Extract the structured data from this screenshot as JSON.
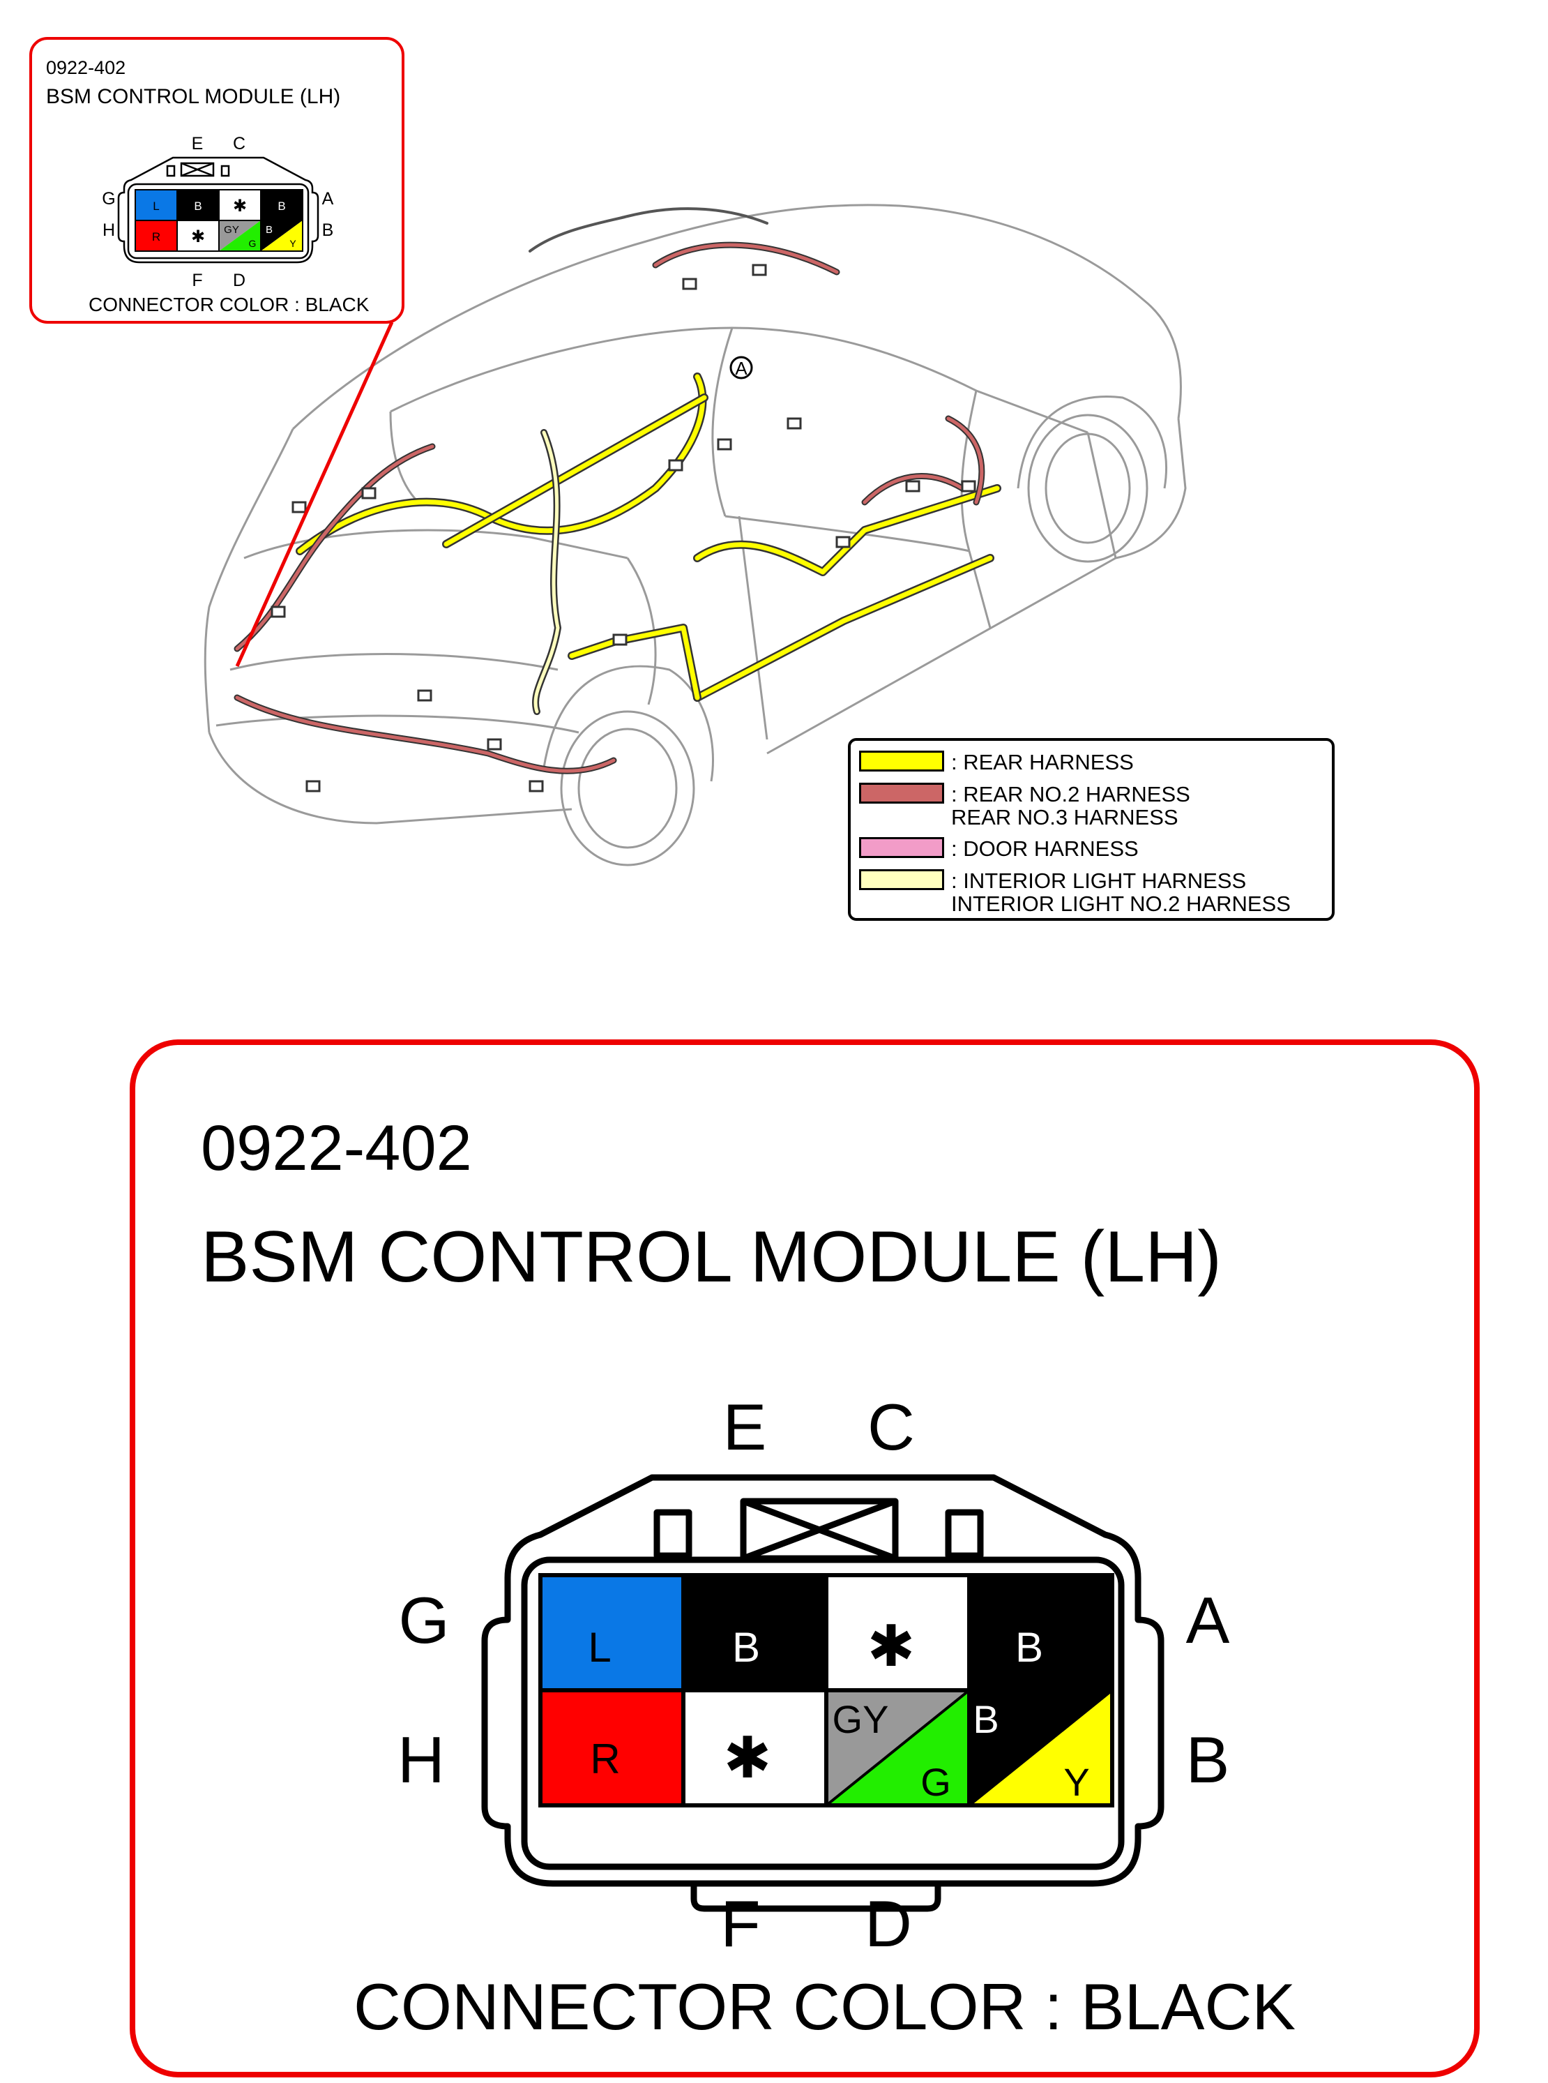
{
  "small_callout": {
    "code": "0922-402",
    "title": "BSM CONTROL MODULE (LH)",
    "connector_color": "CONNECTOR COLOR : BLACK"
  },
  "large_callout": {
    "code": "0922-402",
    "title": "BSM CONTROL MODULE (LH)",
    "connector_color": "CONNECTOR COLOR : BLACK"
  },
  "pin_labels": {
    "E": "E",
    "C": "C",
    "G": "G",
    "H": "H",
    "A": "A",
    "B": "B",
    "F": "F",
    "D": "D"
  },
  "cavities": {
    "top_row": [
      {
        "pin": "G",
        "wire": "L",
        "fill": "#0a78e6",
        "text_color": "#000000"
      },
      {
        "pin": "E",
        "wire": "B",
        "fill": "#000000",
        "text_color": "#ffffff"
      },
      {
        "pin": "C",
        "wire": "✱",
        "fill": "#ffffff",
        "text_color": "#000000"
      },
      {
        "pin": "A",
        "wire": "B",
        "fill": "#000000",
        "text_color": "#ffffff"
      }
    ],
    "bottom_row": [
      {
        "pin": "H",
        "wire": "R",
        "fill": "#ff0000",
        "text_color": "#000000"
      },
      {
        "pin": "F",
        "wire": "✱",
        "fill": "#ffffff",
        "text_color": "#000000"
      },
      {
        "pin": "D",
        "wire": "GY",
        "wire2": "G",
        "fill": "#999999",
        "fill2": "#22ee00"
      },
      {
        "pin": "B",
        "wire": "B",
        "wire2": "Y",
        "fill": "#000000",
        "fill2": "#ffff00"
      }
    ]
  },
  "marker": "A",
  "legend": [
    {
      "color": "#ffff00",
      "text": ": REAR HARNESS"
    },
    {
      "color": "#cc6666",
      "text": ": REAR NO.2 HARNESS\n  REAR NO.3 HARNESS"
    },
    {
      "color": "#f29cc8",
      "text": ": DOOR HARNESS"
    },
    {
      "color": "#ffffbe",
      "text": ": INTERIOR LIGHT HARNESS\n  INTERIOR LIGHT NO.2 HARNESS"
    }
  ],
  "colors": {
    "callout_border": "#ee0000",
    "rear_harness": "#ffff00",
    "rear_no2_harness": "#cc6666",
    "door_harness": "#f29cc8",
    "interior_light_harness": "#ffffbe"
  }
}
